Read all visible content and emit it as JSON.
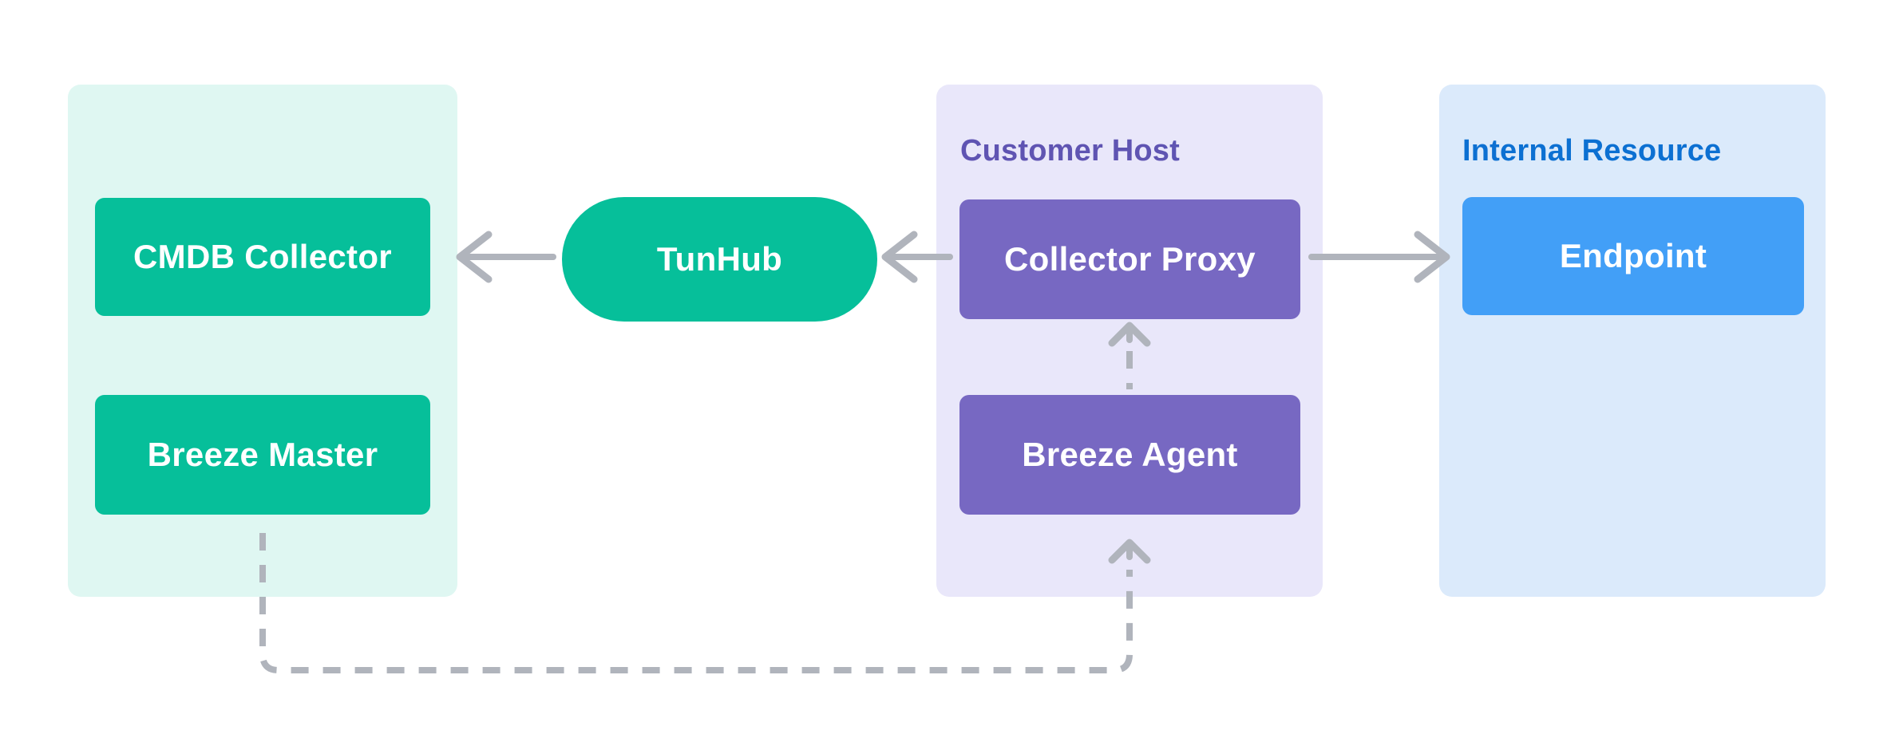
{
  "colors": {
    "canvas_bg": "#ffffff",
    "mint_panel_bg": "#dff7f2",
    "green_node": "#06bf9a",
    "lavender_panel_bg": "#e9e7fa",
    "purple_node": "#7768c2",
    "purple_title": "#5f54b2",
    "blue_panel_bg": "#dbeafb",
    "blue_node": "#429ff7",
    "blue_title": "#0c70d2",
    "connector_gray": "#b0b4bc",
    "node_text": "#ffffff"
  },
  "panels": {
    "left_panel": {
      "boxes": [
        {
          "label": "CMDB Collector"
        },
        {
          "label": "Breeze Master"
        }
      ]
    },
    "customer_host": {
      "title": "Customer Host",
      "boxes": [
        {
          "label": "Collector Proxy"
        },
        {
          "label": "Breeze Agent"
        }
      ]
    },
    "internal_resource": {
      "title": "Internal Resource",
      "boxes": [
        {
          "label": "Endpoint"
        }
      ]
    }
  },
  "hub": {
    "label": "TunHub"
  },
  "connections": [
    {
      "from": "Collector Proxy",
      "to": "TunHub",
      "style": "solid",
      "direction": "left"
    },
    {
      "from": "TunHub",
      "to": "CMDB Collector",
      "style": "solid",
      "direction": "left"
    },
    {
      "from": "Collector Proxy",
      "to": "Endpoint",
      "style": "solid",
      "direction": "right"
    },
    {
      "from": "Breeze Agent",
      "to": "Collector Proxy",
      "style": "dashed",
      "direction": "up"
    },
    {
      "from": "Breeze Master",
      "to": "Breeze Agent",
      "style": "dashed",
      "direction": "down-right-up"
    }
  ]
}
